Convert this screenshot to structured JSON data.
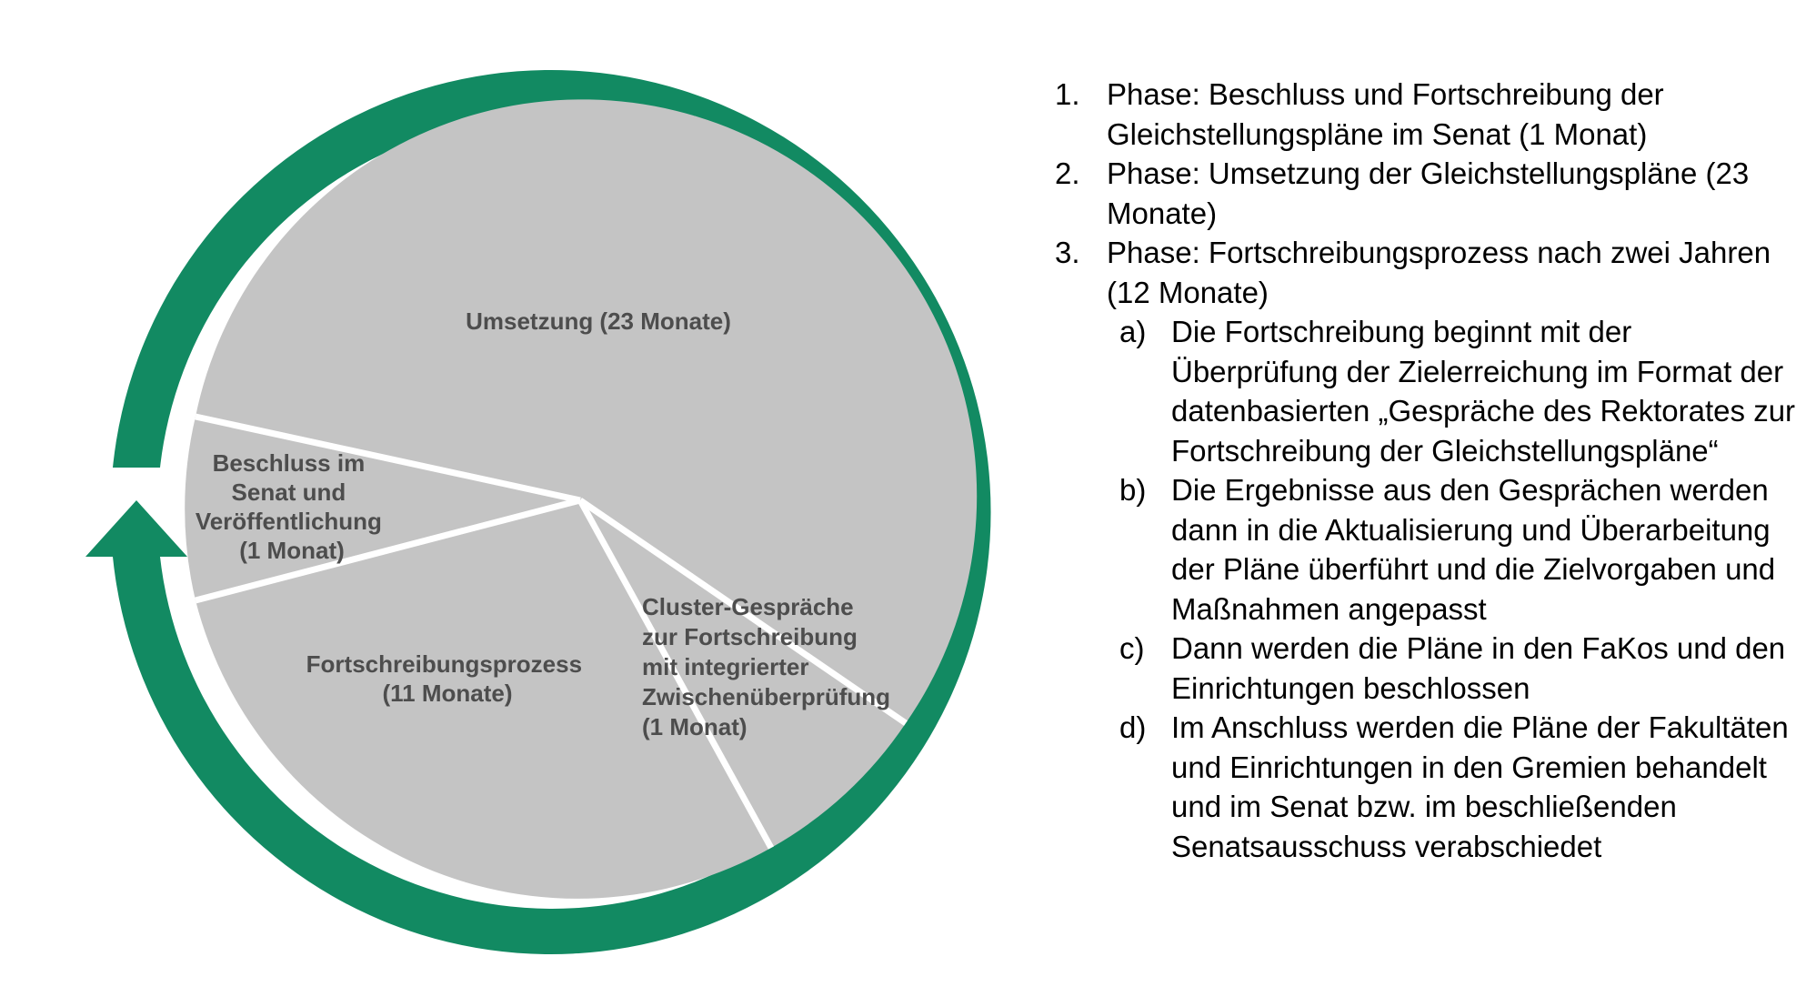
{
  "diagram": {
    "colors": {
      "arrow": "#128a62",
      "pie": "#c4c4c4",
      "divider": "#ffffff",
      "label": "#4d4d4d"
    },
    "segments": [
      {
        "id": "umsetzung",
        "label_lines": [
          "Umsetzung (23 Monate)"
        ]
      },
      {
        "id": "beschluss",
        "label_lines": [
          "Beschluss im",
          "Senat und",
          "Veröffentlichung",
          "(1 Monat)"
        ]
      },
      {
        "id": "fortschreibung",
        "label_lines": [
          "Fortschreibungsprozess",
          "(11 Monate)"
        ]
      },
      {
        "id": "cluster",
        "label_lines": [
          "Cluster-Gespräche",
          "zur Fortschreibung",
          "mit integrierter",
          "Zwischenüberprüfung",
          "(1 Monat)"
        ]
      }
    ]
  },
  "phases": [
    {
      "marker": "1.",
      "text": "Phase: Beschluss und Fortschreibung der Gleichstellungspläne im Senat (1 Monat)"
    },
    {
      "marker": "2.",
      "text": "Phase: Umsetzung der Gleichstellungspläne (23 Monate)"
    },
    {
      "marker": "3.",
      "text": "Phase: Fortschreibungsprozess nach zwei Jahren (12 Monate)"
    }
  ],
  "steps": [
    {
      "marker": "a)",
      "text": "Die Fortschreibung beginnt mit der Überprüfung der Zielerreichung im Format der datenbasierten „Gespräche des Rektorates zur Fortschreibung der Gleichstellungspläne“"
    },
    {
      "marker": "b)",
      "text": "Die Ergebnisse aus den Gesprächen werden dann in die Aktualisierung und Überarbeitung der Pläne überführt und die Zielvorgaben und Maßnahmen angepasst"
    },
    {
      "marker": "c)",
      "text": "Dann werden die Pläne in den FaKos und den Einrichtungen beschlossen"
    },
    {
      "marker": "d)",
      "text": "Im Anschluss werden die Pläne der Fakultäten und Einrichtungen in den Gremien behandelt und im Senat bzw. im beschließenden Senatsausschuss verabschiedet"
    }
  ]
}
